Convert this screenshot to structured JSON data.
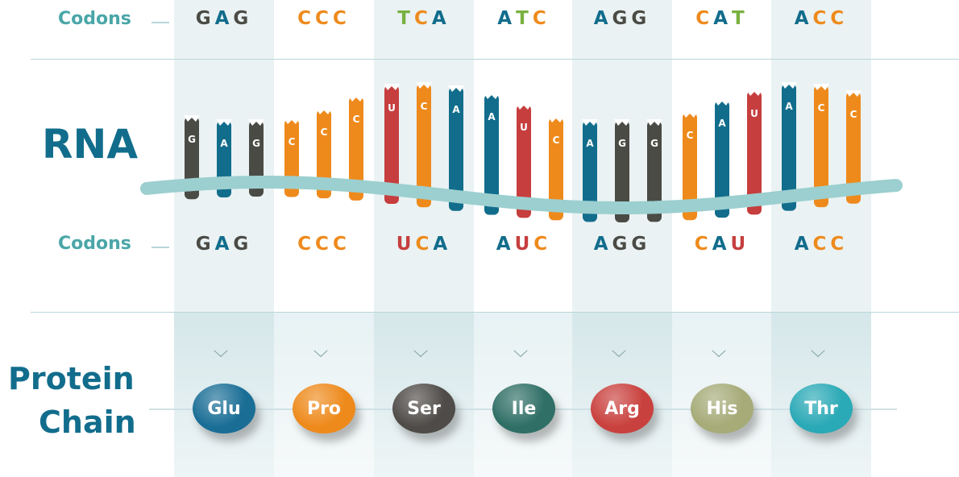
{
  "labels": {
    "codons_top": "Codons",
    "codons_bottom": "Codons",
    "rna": "RNA",
    "protein_line1": "Protein",
    "protein_line2": "Chain"
  },
  "colors": {
    "A": "#126d8c",
    "C": "#ee8a1c",
    "G": "#4b4b45",
    "T": "#79b140",
    "U": "#c63e3e",
    "backbone": "#9ccfcf",
    "band": "#eaf2f3"
  },
  "dna_codons": [
    [
      "G",
      "A",
      "G"
    ],
    [
      "C",
      "C",
      "C"
    ],
    [
      "T",
      "C",
      "A"
    ],
    [
      "A",
      "T",
      "C"
    ],
    [
      "A",
      "G",
      "G"
    ],
    [
      "C",
      "A",
      "T"
    ],
    [
      "A",
      "C",
      "C"
    ]
  ],
  "rna_codons": [
    [
      "G",
      "A",
      "G"
    ],
    [
      "C",
      "C",
      "C"
    ],
    [
      "U",
      "C",
      "A"
    ],
    [
      "A",
      "U",
      "C"
    ],
    [
      "A",
      "G",
      "G"
    ],
    [
      "C",
      "A",
      "U"
    ],
    [
      "A",
      "C",
      "C"
    ]
  ],
  "rna_bases": [
    "G",
    "A",
    "G",
    "C",
    "C",
    "C",
    "U",
    "C",
    "A",
    "A",
    "U",
    "C",
    "A",
    "G",
    "G",
    "C",
    "A",
    "U",
    "A",
    "C",
    "C"
  ],
  "amino_acids": [
    {
      "name": "Glu",
      "color": "#1a6e96"
    },
    {
      "name": "Pro",
      "color": "#ee8a1c"
    },
    {
      "name": "Ser",
      "color": "#4f4b48"
    },
    {
      "name": "Ile",
      "color": "#2f6f66"
    },
    {
      "name": "Arg",
      "color": "#c9413e"
    },
    {
      "name": "His",
      "color": "#a6ab78"
    },
    {
      "name": "Thr",
      "color": "#2aa9b6"
    }
  ]
}
